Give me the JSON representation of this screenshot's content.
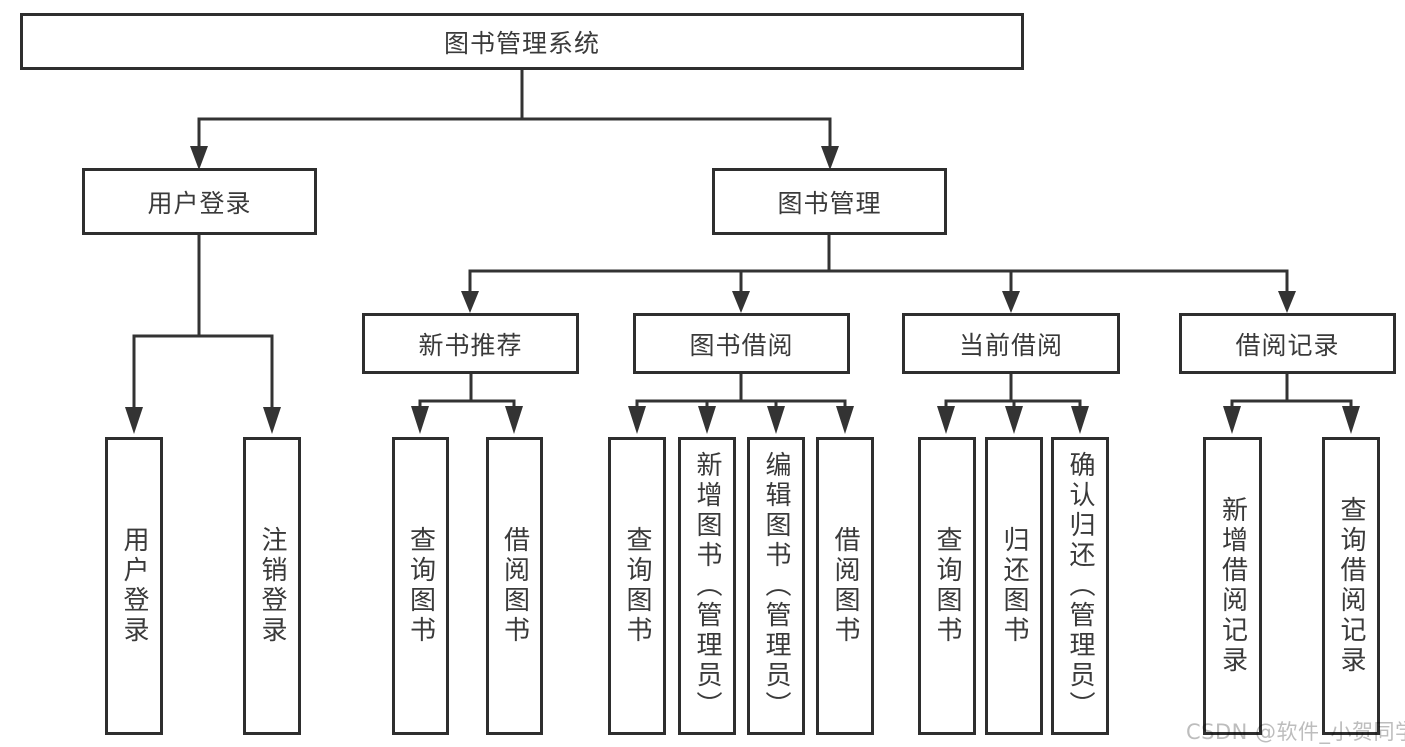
{
  "styles": {
    "background": "#ffffff",
    "line_color": "#333333",
    "box_border_color": "#2e2e2e",
    "text_color": "#3a3a3a",
    "watermark_color": "#bdbdbd"
  },
  "watermark": {
    "text": "CSDN @软件_小贺同学"
  },
  "tree": {
    "label": "图书管理系统",
    "children": [
      {
        "label": "用户登录",
        "children": [
          {
            "label": "用户登录"
          },
          {
            "label": "注销登录"
          }
        ]
      },
      {
        "label": "图书管理",
        "children": [
          {
            "label": "新书推荐",
            "children": [
              {
                "label": "查询图书"
              },
              {
                "label": "借阅图书"
              }
            ]
          },
          {
            "label": "图书借阅",
            "children": [
              {
                "label": "查询图书"
              },
              {
                "label": "新增图书（管理员）"
              },
              {
                "label": "编辑图书（管理员）"
              },
              {
                "label": "借阅图书"
              }
            ]
          },
          {
            "label": "当前借阅",
            "children": [
              {
                "label": "查询图书"
              },
              {
                "label": "归还图书"
              },
              {
                "label": "确认归还（管理员）"
              }
            ]
          },
          {
            "label": "借阅记录",
            "children": [
              {
                "label": "新增借阅记录"
              },
              {
                "label": "查询借阅记录"
              }
            ]
          }
        ]
      }
    ]
  }
}
